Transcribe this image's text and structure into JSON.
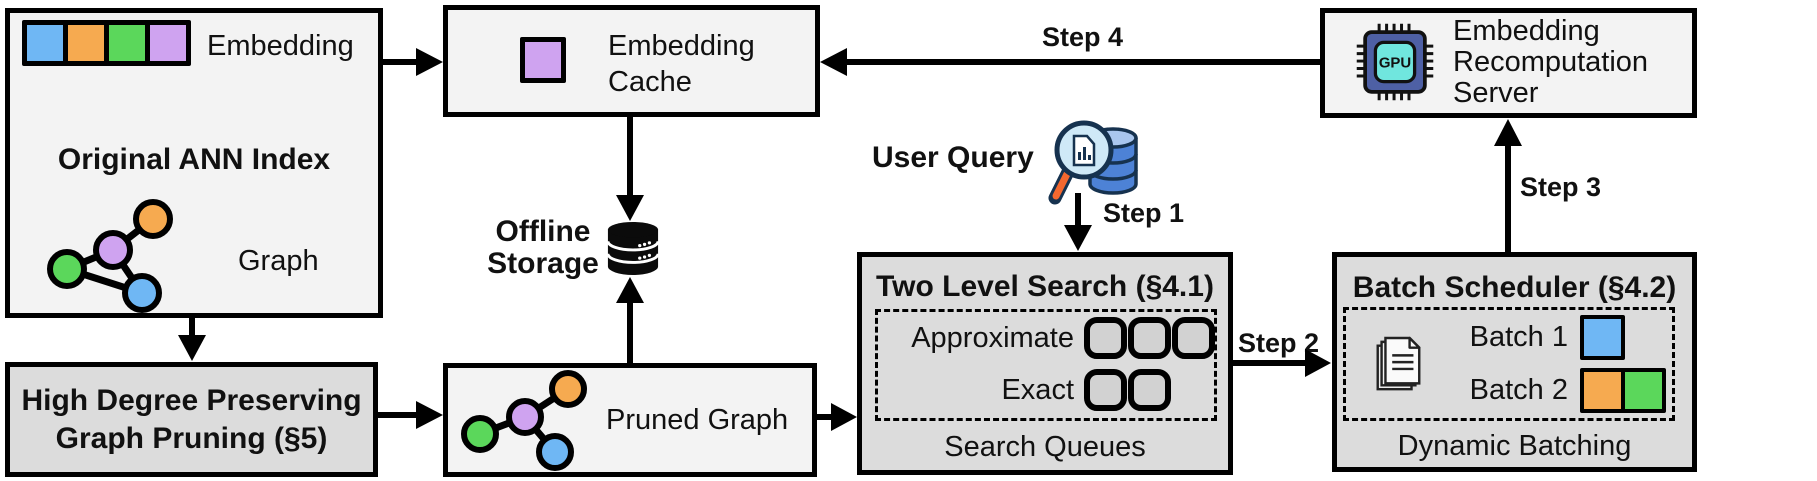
{
  "original_ann_index": {
    "title": "Original ANN Index",
    "embedding_label": "Embedding",
    "graph_label": "Graph",
    "embedding_colors": [
      "#6FB7F4",
      "#F6AA50",
      "#5BD75B",
      "#CFA3F0"
    ]
  },
  "high_degree_pruning": {
    "line1": "High Degree Preserving",
    "line2": "Graph Pruning (§5)"
  },
  "embedding_cache": {
    "line1": "Embedding",
    "line2": "Cache",
    "swatch_color": "#CFA3F0"
  },
  "offline_storage": {
    "line1": "Offline",
    "line2": "Storage"
  },
  "pruned_graph": {
    "label": "Pruned Graph"
  },
  "user_query": {
    "label": "User Query"
  },
  "two_level_search": {
    "title": "Two Level Search (§4.1)",
    "approximate_label": "Approximate",
    "exact_label": "Exact",
    "footer": "Search Queues",
    "approximate_slots": 3,
    "exact_slots": 2
  },
  "batch_scheduler": {
    "title": "Batch Scheduler (§4.2)",
    "batch1_label": "Batch 1",
    "batch2_label": "Batch 2",
    "footer": "Dynamic Batching",
    "batch1_colors": [
      "#6FB7F4"
    ],
    "batch2_colors": [
      "#F6AA50",
      "#5BD75B"
    ]
  },
  "recomputation_server": {
    "line1": "Embedding",
    "line2": "Recomputation",
    "line3": "Server",
    "gpu_label": "GPU"
  },
  "steps": {
    "s1": "Step 1",
    "s2": "Step 2",
    "s3": "Step 3",
    "s4": "Step 4"
  },
  "colors": {
    "light_box_bg": "#F3F3F3",
    "dark_box_bg": "#DCDCDC",
    "queue_slot_bg": "#D2D2D2",
    "outline": "#000000",
    "node_blue": "#6FB7F4",
    "node_orange": "#F6AA50",
    "node_green": "#5BD75B",
    "node_purple": "#CFA3F0",
    "gpu_chip_body": "#4E60A5",
    "gpu_chip_core": "#70E6DE",
    "query_db_blue": "#4D82D6",
    "magnifier_handle_orange": "#F4682F"
  }
}
